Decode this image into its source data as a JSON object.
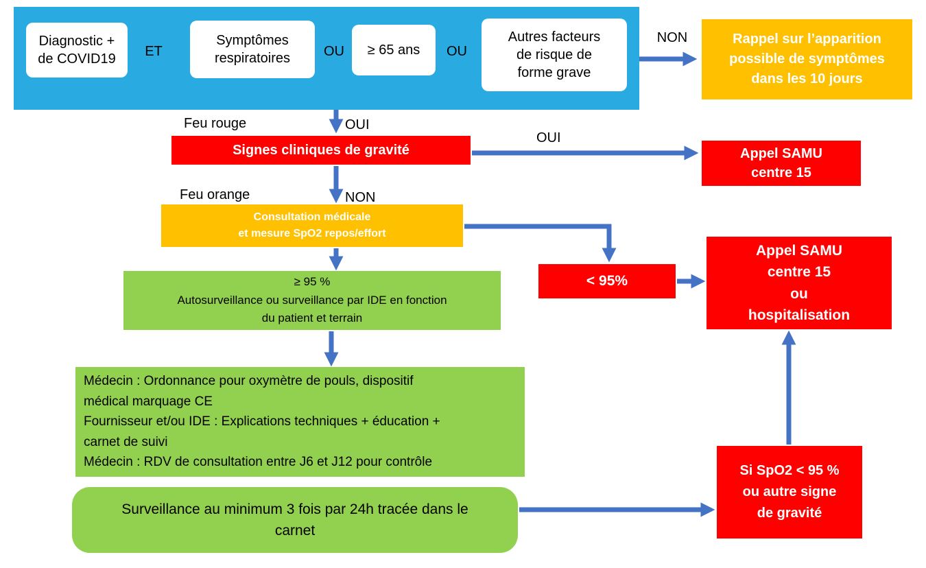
{
  "colors": {
    "banner_blue": "#29abe2",
    "alert_red": "#ff0000",
    "warning_orange": "#ffc000",
    "ok_green": "#92d050",
    "arrow_blue": "#4472c4"
  },
  "banner": {
    "criteria": {
      "diagnostic": "Diagnostic +\nde COVID19",
      "symptomes": "Symptômes\nrespiratoires",
      "age": "≥ 65 ans",
      "autres": "Autres facteurs\nde risque de\nforme grave"
    },
    "connectors": {
      "et": "ET",
      "ou1": "OU",
      "ou2": "OU"
    }
  },
  "labels": {
    "non1": "NON",
    "oui1": "OUI",
    "oui2": "OUI",
    "non2": "NON",
    "feu_rouge": "Feu rouge",
    "feu_orange": "Feu orange"
  },
  "nodes": {
    "rappel": "Rappel sur l’apparition\npossible de symptômes\ndans les 10 jours",
    "signes": "Signes cliniques de gravité",
    "samu1": "Appel SAMU\ncentre 15",
    "consultation": "Consultation médicale\net mesure SpO2 repos/effort",
    "moins95": "< 95%",
    "samu2": "Appel SAMU\ncentre 15\nou\nhospitalisation",
    "autosurveillance": "≥ 95 %\nAutosurveillance ou surveillance par IDE en fonction\ndu patient et terrain",
    "oxymetre": "Médecin : Ordonnance pour oxymètre de pouls, dispositif\nmédical marquage CE\nFournisseur et/ou IDE : Explications techniques + éducation +\ncarnet de suivi\nMédecin : RDV de consultation entre J6 et J12 pour contrôle",
    "surveillance": "Surveillance au minimum 3 fois par 24h tracée dans le\ncarnet",
    "spo2_alerte": "Si SpO2 < 95 %\nou autre signe\nde gravité"
  }
}
